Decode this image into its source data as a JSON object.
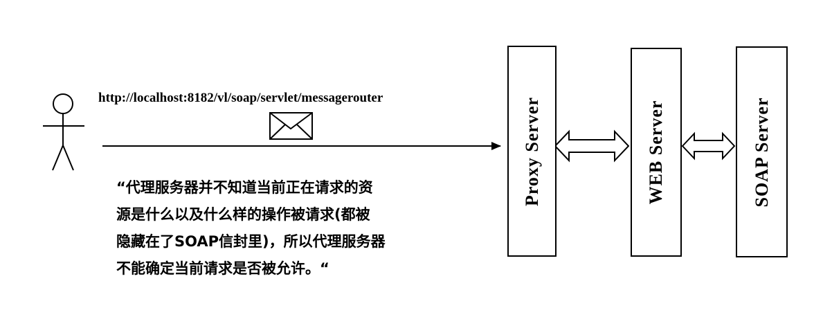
{
  "url_label": "http://localhost:8182/vl/soap/servlet/messagerouter",
  "quote_lines": [
    "“代理服务器并不知道当前正在请求的资",
    "源是什么以及什么样的操作被请求(都被",
    "隐藏在了SOAP信封里)，所以代理服务器",
    "不能确定当前请求是否被允许。“"
  ],
  "servers": [
    {
      "label": "Proxy Server"
    },
    {
      "label": "WEB Server"
    },
    {
      "label": "SOAP Server"
    }
  ]
}
